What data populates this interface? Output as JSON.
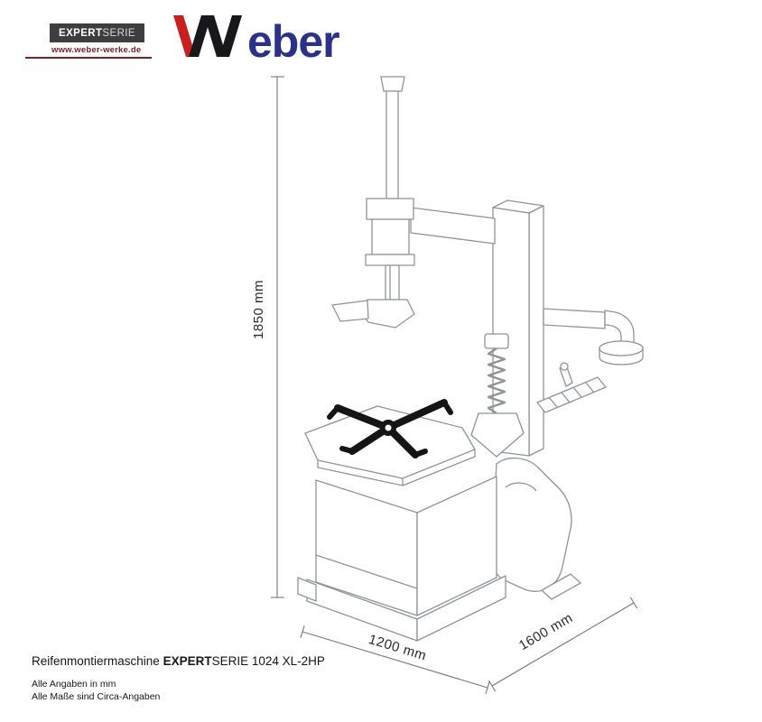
{
  "brand": "Weber",
  "colors": {
    "badge_bg": "#3e3e40",
    "accent_red": "#7e2025",
    "logo_red": "#c8201f",
    "logo_dark": "#17171c",
    "logo_blue": "#2b3189",
    "line_gray": "#8f9499",
    "cross_black": "#151515",
    "text_dark": "#2a2a2a"
  },
  "header": {
    "badge": {
      "bold": "EXPERT",
      "light": "SERIE"
    },
    "website": "www.weber-werke.de",
    "logo_text_after_mark": "eber"
  },
  "dimensions": {
    "height": "1850 mm",
    "width": "1200 mm",
    "depth": "1600 mm"
  },
  "footer": {
    "product_prefix": "Reifenmontiermaschine ",
    "product_bold": "EXPERT",
    "product_rest": "SERIE 1024 XL-2HP",
    "note_units": "Alle Angaben in mm",
    "note_circa": "Alle Maße sind Circa-Angaben"
  }
}
